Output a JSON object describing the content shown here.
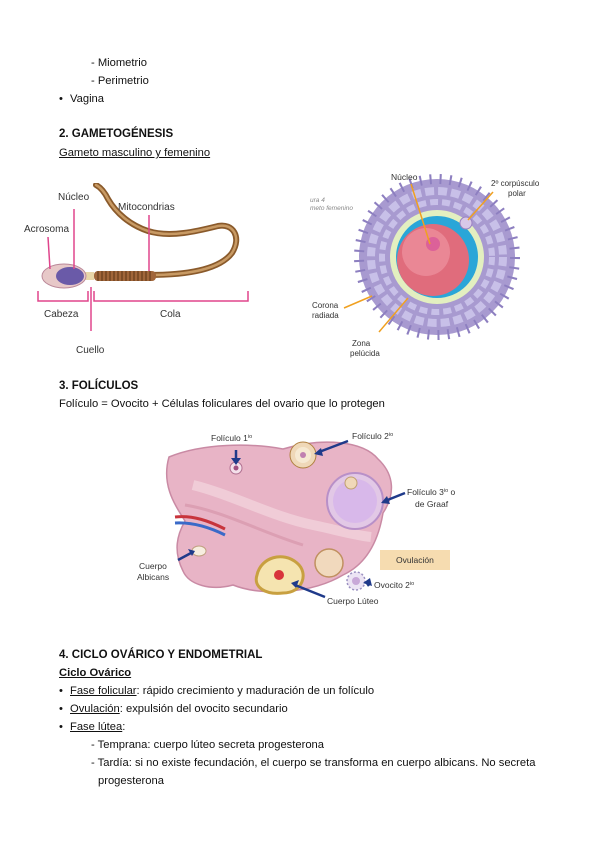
{
  "top_list": {
    "sub1": "- Miometrio",
    "sub2": "- Perimetrio",
    "vagina": "Vagina"
  },
  "section2": {
    "heading": "2.  GAMETOGÉNESIS",
    "subheading": "Gameto masculino y femenino"
  },
  "sperm": {
    "nucleo": "Núcleo",
    "mitocondrias": "Mitocondrias",
    "acrosoma": "Acrosoma",
    "cabeza": "Cabeza",
    "cola": "Cola",
    "cuello": "Cuello"
  },
  "ovum": {
    "corner_a": "ura 4",
    "corner_b": "meto femenino",
    "nucleo": "Núcleo",
    "corpusculo_a": "2º corpúsculo",
    "corpusculo_b": "polar",
    "corona_a": "Corona",
    "corona_b": "radiada",
    "zona_a": "Zona",
    "zona_b": "pelúcida"
  },
  "section3": {
    "heading": "3.  FOLÍCULOS",
    "text": "Folículo = Ovocito + Células foliculares del ovario que lo protegen"
  },
  "ovary": {
    "f1": "Folículo 1",
    "f1_sup": "io",
    "f2": "Folículo 2",
    "f2_sup": "io",
    "f3_a": "Folículo 3",
    "f3_sup": "io",
    "f3_a_tail": " o",
    "f3_b": "de Graaf",
    "ovulacion": "Ovulación",
    "ovocito": "Ovocito 2",
    "ovocito_sup": "io",
    "albicans_a": "Cuerpo",
    "albicans_b": "Albicans",
    "luteo": "Cuerpo Lúteo"
  },
  "section4": {
    "heading": "4.  CICLO OVÁRICO Y ENDOMETRIAL",
    "subheading": "Ciclo Ovárico",
    "items": [
      {
        "label": "Fase folicular",
        "text": ": rápido crecimiento y maduración de un folículo"
      },
      {
        "label": "Ovulación",
        "text": ": expulsión del ovocito secundario"
      },
      {
        "label": "Fase lútea",
        "text": ":"
      }
    ],
    "sub1": "- Temprana: cuerpo lúteo secreta progesterona",
    "sub2": "- Tardía: si no existe fecundación, el cuerpo se transforma en cuerpo albicans. No secreta",
    "sub2_cont": "progesterona"
  }
}
